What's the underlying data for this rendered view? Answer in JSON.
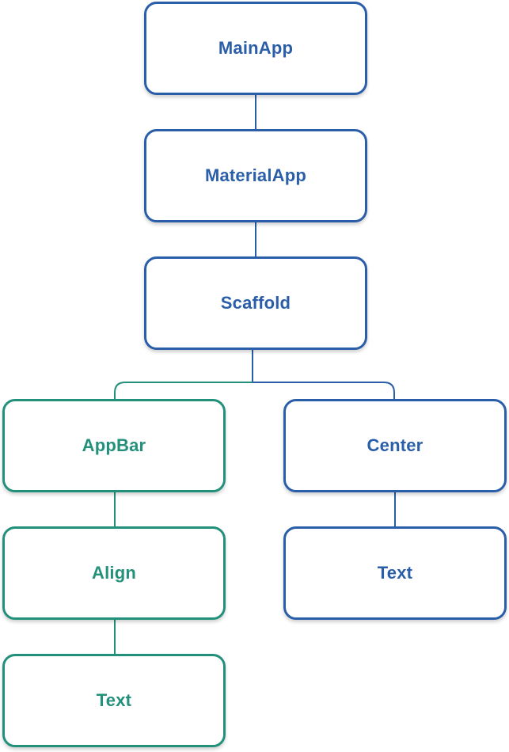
{
  "colors": {
    "blue": "#2a5ea8",
    "teal": "#23907c",
    "connector_blue": "#2a5ea8",
    "connector_teal": "#23907c"
  },
  "nodes": {
    "main_app": "MainApp",
    "material_app": "MaterialApp",
    "scaffold": "Scaffold",
    "app_bar": "AppBar",
    "center": "Center",
    "align": "Align",
    "text_under_align": "Text",
    "text_under_center": "Text"
  }
}
